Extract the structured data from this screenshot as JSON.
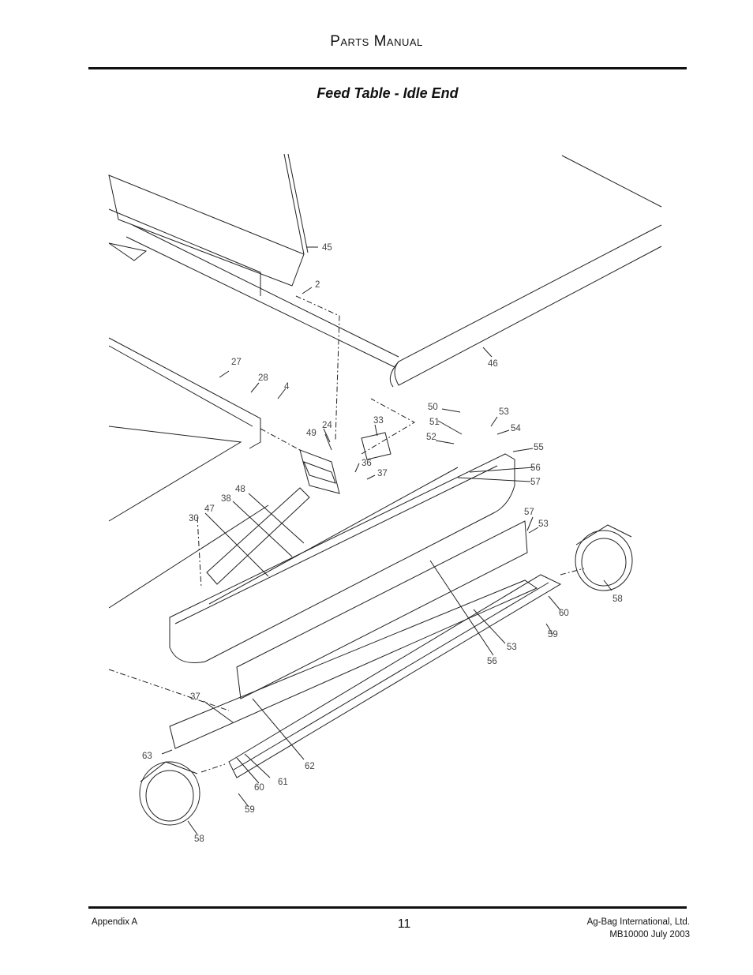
{
  "header": {
    "title": "Parts Manual"
  },
  "section_title": "Feed Table - Idle End",
  "callouts": [
    "45",
    "2",
    "46",
    "27",
    "28",
    "4",
    "24",
    "49",
    "33",
    "36",
    "37",
    "50",
    "51",
    "52",
    "53",
    "54",
    "55",
    "56",
    "57",
    "48",
    "38",
    "47",
    "30",
    "57",
    "53",
    "58",
    "60",
    "59",
    "53",
    "56",
    "37",
    "62",
    "63",
    "60",
    "61",
    "59",
    "58"
  ],
  "footer": {
    "left": "Appendix A",
    "page": "11",
    "right_line1": "Ag-Bag International, Ltd.",
    "right_line2": "MB10000 July 2003"
  }
}
